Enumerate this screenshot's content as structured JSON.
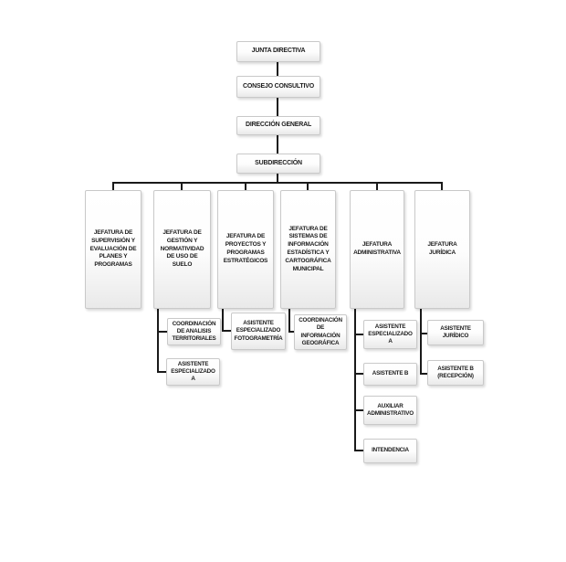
{
  "org_chart": {
    "chain": [
      {
        "label": "JUNTA DIRECTIVA"
      },
      {
        "label": "CONSEJO CONSULTIVO"
      },
      {
        "label": "DIRECCIÓN GENERAL"
      },
      {
        "label": "SUBDIRECCIÓN"
      }
    ],
    "departments": [
      {
        "label": "JEFATURA DE SUPERVISIÓN Y EVALUACIÓN DE PLANES Y PROGRAMAS",
        "children": []
      },
      {
        "label": "JEFATURA DE GESTIÓN Y NORMATIVIDAD DE USO DE SUELO",
        "children": [
          {
            "label": "COORDINACIÓN DE ANALISIS TERRITORIALES"
          },
          {
            "label": "ASISTENTE ESPECIALIZADO A"
          }
        ]
      },
      {
        "label": "JEFATURA DE PROYECTOS Y PROGRAMAS ESTRATÉGICOS",
        "children": [
          {
            "label": "ASISTENTE ESPECIALIZADO FOTOGRAMETRÍA"
          }
        ]
      },
      {
        "label": "JEFATURA DE SISTEMAS DE INFORMACIÓN ESTADÍSTICA Y CARTOGRÁFICA MUNICIPAL",
        "children": [
          {
            "label": "COORDINACIÓN DE INFORMACIÓN GEOGRÁFICA"
          }
        ]
      },
      {
        "label": "JEFATURA ADMINISTRATIVA",
        "children": [
          {
            "label": "ASISTENTE ESPECIALIZADO A"
          },
          {
            "label": "ASISTENTE B"
          },
          {
            "label": "AUXILIAR ADMINISTRATIVO"
          },
          {
            "label": "INTENDENCIA"
          }
        ]
      },
      {
        "label": "JEFATURA JURÍDICA",
        "children": [
          {
            "label": "ASISTENTE JURÍDICO"
          },
          {
            "label": "ASISTENTE B (RECEPCIÓN)"
          }
        ]
      }
    ],
    "colors": {
      "connector": "#1a1a1a",
      "box_border": "#c9c9c9",
      "box_fill_top": "#ffffff",
      "box_fill_bottom": "#e9e9e9",
      "text": "#1b1b1b",
      "background": "#ffffff"
    }
  }
}
